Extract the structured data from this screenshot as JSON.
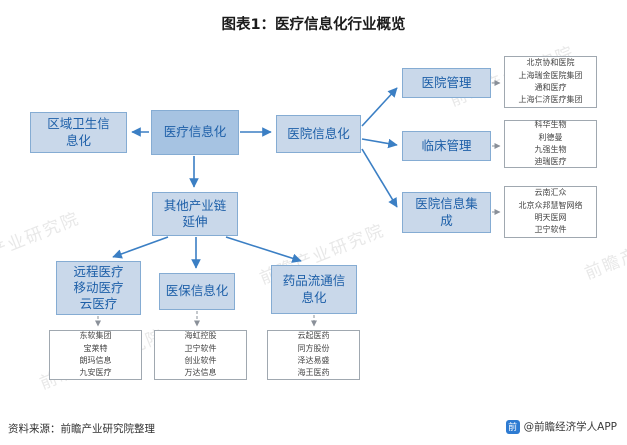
{
  "title": "图表1：医疗信息化行业概览",
  "watermark": "前瞻产业研究院",
  "nodes": {
    "root": "医疗信息化",
    "regional": "区域卫生信\n息化",
    "hospital": "医院信息化",
    "hospital_management": "医院管理",
    "clinical_management": "临床管理",
    "hospital_integration": "医院信息集\n成",
    "other_chain": "其他产业链\n延伸",
    "telemedicine": "远程医疗\n移动医疗\n云医疗",
    "insurance": "医保信息化",
    "drug_circulation": "药品流通信\n息化"
  },
  "companies": {
    "hospital_management": [
      "北京协和医院",
      "上海瑞金医院集团",
      "通和医疗",
      "上海仁济医疗集团"
    ],
    "clinical_management": [
      "科华生物",
      "利德曼",
      "九强生物",
      "迪瑞医疗"
    ],
    "hospital_integration": [
      "云南汇众",
      "北京众邦慧智网络",
      "明天医网",
      "卫宁软件"
    ],
    "telemedicine": [
      "东软集团",
      "宝莱特",
      "朗玛信息",
      "九安医疗"
    ],
    "insurance": [
      "海虹控股",
      "卫宁软件",
      "创业软件",
      "万达信息"
    ],
    "drug_circulation": [
      "云起医药",
      "同方股份",
      "泽达易盛",
      "海王医药"
    ]
  },
  "footer": {
    "source": "资料来源：前瞻产业研究院整理",
    "credit": "@前瞻经济学人APP",
    "logo_glyph": "前"
  },
  "colors": {
    "node_fill": "#c9d8ea",
    "node_fill_primary": "#a6c3e2",
    "node_border": "#85acd3",
    "node_text": "#1d5fa8",
    "arrow": "#3b7fc4",
    "connector": "#8a9099",
    "list_border": "#a0a8b0",
    "list_text": "#444444",
    "logo_blue": "#2e7bd2"
  }
}
